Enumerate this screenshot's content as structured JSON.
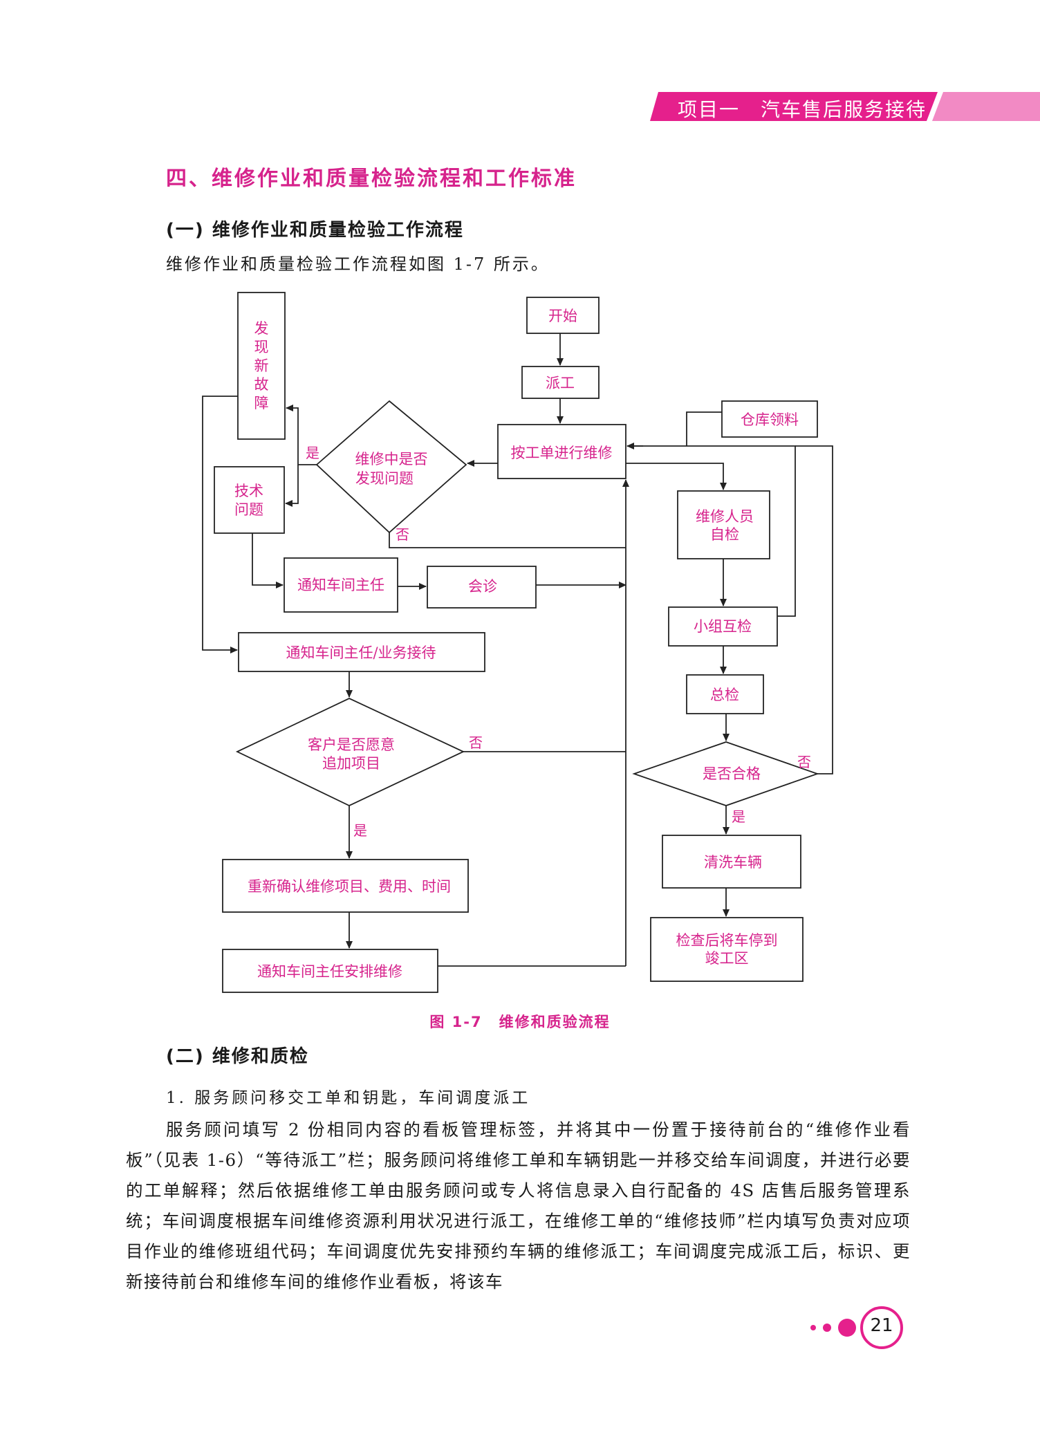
{
  "header": {
    "title": "项目一　汽车售后服务接待"
  },
  "section": {
    "title": "四、维修作业和质量检验流程和工作标准"
  },
  "subsection1": {
    "title": "(一) 维修作业和质量检验工作流程"
  },
  "intro": "维修作业和质量检验工作流程如图 1-7 所示。",
  "flowchart": {
    "start": "开始",
    "dispatch": "派工",
    "repair": "按工单进行维修",
    "warehouse": "仓库领料",
    "issue_q": [
      "维修中是否",
      "发现问题"
    ],
    "new_fault": [
      "发",
      "现",
      "新",
      "故",
      "障"
    ],
    "tech_issue": [
      "技术",
      "问题"
    ],
    "notify_foreman": "通知车间主任",
    "consult": "会诊",
    "self_check": [
      "维修人员",
      "自检"
    ],
    "peer_check": "小组互检",
    "notify_foreman_sa": "通知车间主任/业务接待",
    "final_check": "总检",
    "customer_q": [
      "客户是否愿意",
      "追加项目"
    ],
    "qualified_q": "是否合格",
    "reconfirm": "重新确认维修项目、费用、时间",
    "wash": "清洗车辆",
    "notify_arrange": "通知车间主任安排维修",
    "park": [
      "检查后将车停到",
      "竣工区"
    ],
    "yes": "是",
    "no": "否"
  },
  "caption": {
    "fig": "图 1-7",
    "title": "维修和质验流程"
  },
  "subsection2": {
    "title": "(二) 维修和质检"
  },
  "item1": {
    "title": "1. 服务顾问移交工单和钥匙，车间调度派工"
  },
  "paragraph": "服务顾问填写 2 份相同内容的看板管理标签，并将其中一份置于接待前台的“维修作业看板”（见表 1-6）“等待派工”栏；服务顾问将维修工单和车辆钥匙一并移交给车间调度，并进行必要的工单解释；然后依据维修工单由服务顾问或专人将信息录入自行配备的 4S 店售后服务管理系统；车间调度根据车间维修资源利用状况进行派工，在维修工单的“维修技师”栏内填写负责对应项目作业的维修班组代码；车间调度优先安排预约车辆的维修派工；车间调度完成派工后，标识、更新接待前台和维修车间的维修作业看板，将该车",
  "page": {
    "number": "21"
  },
  "colors": {
    "accent": "#e5208c",
    "header_light": "#f28ac4"
  }
}
